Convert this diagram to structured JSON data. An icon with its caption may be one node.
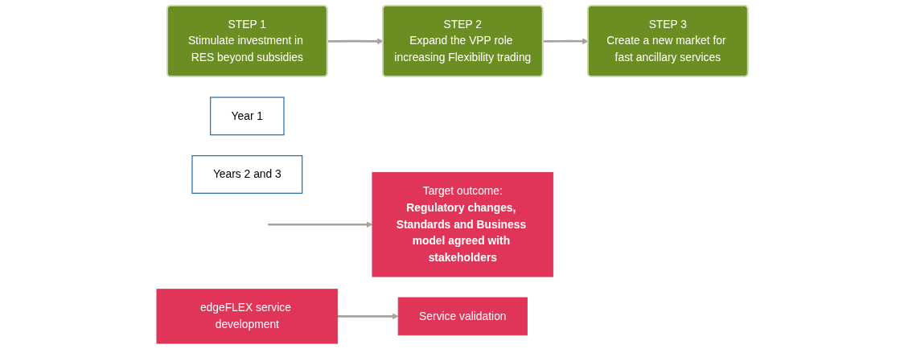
{
  "diagram": {
    "nodes": [
      {
        "text": [
          "STEP 1",
          "Stimulate investment in RES beyond subsidies"
        ]
      },
      {
        "text": [
          "STEP 2",
          "Expand the VPP role increasing Flexibility trading"
        ]
      },
      {
        "text": [
          "STEP 3",
          "Create a new market for fast ancillary services"
        ]
      },
      {
        "text": [
          "Year 1"
        ]
      },
      {
        "text": [
          "Years 2 and 3"
        ]
      },
      {
        "text": [
          "Target outcome:",
          "Regulatory changes, Standards and Business model agreed with stakeholders"
        ]
      },
      {
        "text": [
          "edgeFLEX service development"
        ]
      },
      {
        "text": [
          "Service validation"
        ]
      }
    ],
    "edges": [
      {
        "from": 0,
        "to": 1,
        "arrow": "to"
      },
      {
        "from": 1,
        "to": 2,
        "arrow": "to"
      },
      {
        "from": null,
        "to": 5,
        "arrow": "to"
      },
      {
        "from": 6,
        "to": 7,
        "arrow": "to"
      }
    ]
  }
}
